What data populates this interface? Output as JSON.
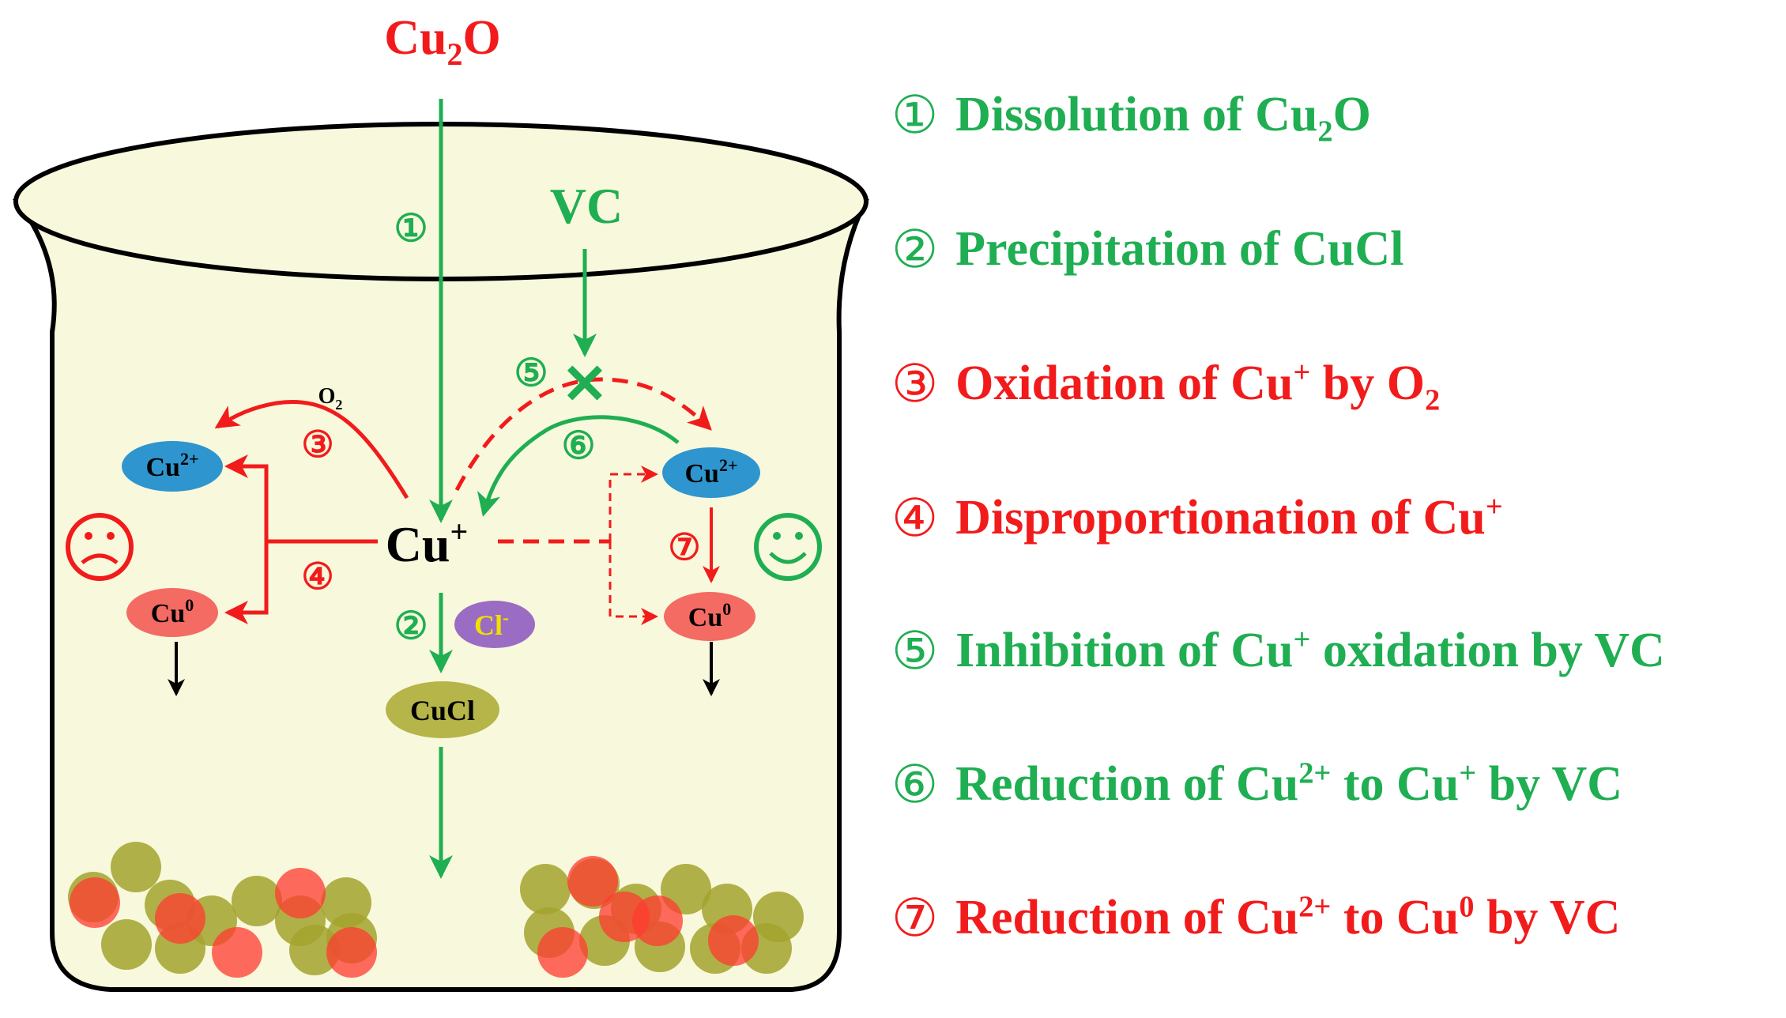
{
  "colors": {
    "green": "#1fae52",
    "red": "#f21b1b",
    "beaker_fill": "#f8f8dc",
    "cu2_fill": "#2e95cf",
    "cu0_fill": "#f36b63",
    "cl_fill": "#9b6cc4",
    "cucl_fill": "#b5b549",
    "particle_olive": "#a3a32e",
    "particle_red": "#ff3b30"
  },
  "diagram": {
    "cu2o_label": {
      "main": "Cu",
      "sub": "2",
      "tail": "O"
    },
    "vc_label": "VC",
    "center_ion": {
      "main": "Cu",
      "sup": "+"
    },
    "o2_label": {
      "main": "O",
      "sub": "2"
    },
    "cu2_ion": {
      "main": "Cu",
      "sup": "2+"
    },
    "cu0_ion": {
      "main": "Cu",
      "sup": "0"
    },
    "cl_ion": {
      "main": "Cl",
      "sup": "-"
    },
    "cucl_label": "CuCl",
    "step_markers": {
      "s1": "①",
      "s2": "②",
      "s3": "③",
      "s4": "④",
      "s5": "⑤",
      "s6": "⑥",
      "s7": "⑦"
    },
    "inhibit_mark": "✕"
  },
  "legend": [
    {
      "num": "①",
      "color": "green",
      "parts": [
        {
          "t": "Dissolution of Cu"
        },
        {
          "sub": "2"
        },
        {
          "t": "O"
        }
      ]
    },
    {
      "num": "②",
      "color": "green",
      "parts": [
        {
          "t": "Precipitation of CuCl"
        }
      ]
    },
    {
      "num": "③",
      "color": "red",
      "parts": [
        {
          "t": "Oxidation of Cu"
        },
        {
          "sup": "+"
        },
        {
          "t": " by O"
        },
        {
          "sub": "2"
        }
      ]
    },
    {
      "num": "④",
      "color": "red",
      "parts": [
        {
          "t": "Disproportionation of Cu"
        },
        {
          "sup": "+"
        }
      ]
    },
    {
      "num": "⑤",
      "color": "green",
      "parts": [
        {
          "t": "Inhibition of Cu"
        },
        {
          "sup": "+"
        },
        {
          "t": " oxidation by VC"
        }
      ]
    },
    {
      "num": "⑥",
      "color": "green",
      "parts": [
        {
          "t": "Reduction of Cu"
        },
        {
          "sup": "2+"
        },
        {
          "t": " to Cu"
        },
        {
          "sup": "+"
        },
        {
          "t": " by VC"
        }
      ]
    },
    {
      "num": "⑦",
      "color": "red",
      "parts": [
        {
          "t": "Reduction of Cu"
        },
        {
          "sup": "2+"
        },
        {
          "t": " to Cu"
        },
        {
          "sup": "0"
        },
        {
          "t": " by VC"
        }
      ]
    }
  ]
}
